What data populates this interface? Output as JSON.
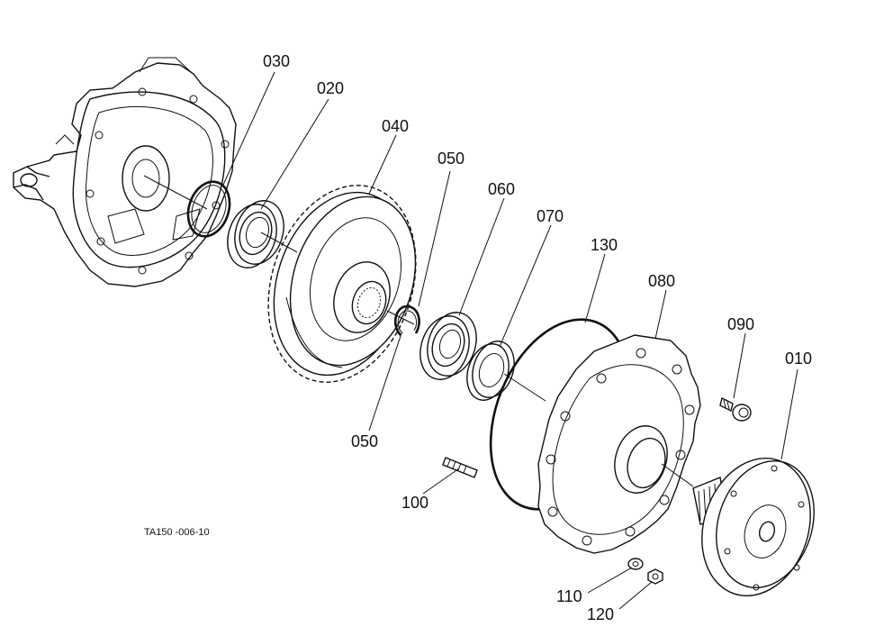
{
  "figure_ref": "TA150 -006-10",
  "parts": [
    {
      "id": "housing",
      "label": ""
    },
    {
      "id": "p030",
      "label": "030"
    },
    {
      "id": "p020",
      "label": "020"
    },
    {
      "id": "p040",
      "label": "040"
    },
    {
      "id": "p050a",
      "label": "050"
    },
    {
      "id": "p050b",
      "label": "050"
    },
    {
      "id": "p060",
      "label": "060"
    },
    {
      "id": "p070",
      "label": "070"
    },
    {
      "id": "p130",
      "label": "130"
    },
    {
      "id": "p080",
      "label": "080"
    },
    {
      "id": "p090",
      "label": "090"
    },
    {
      "id": "p010",
      "label": "010"
    },
    {
      "id": "p100",
      "label": "100"
    },
    {
      "id": "p110",
      "label": "110"
    },
    {
      "id": "p120",
      "label": "120"
    }
  ]
}
